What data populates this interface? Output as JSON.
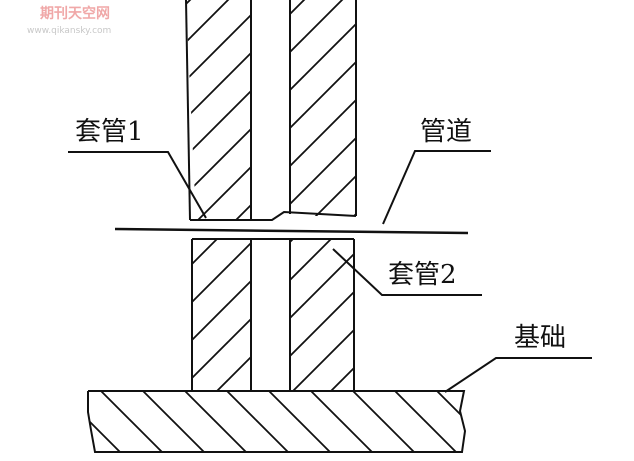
{
  "watermark": {
    "title": "期刊天空网",
    "url": "www.qikansky.com"
  },
  "labels": {
    "sleeve1": "套管1",
    "pipe": "管道",
    "sleeve2": "套管2",
    "foundation": "基础"
  },
  "colors": {
    "line": "#111111",
    "background": "#ffffff",
    "watermark": "#f0a8a8"
  }
}
